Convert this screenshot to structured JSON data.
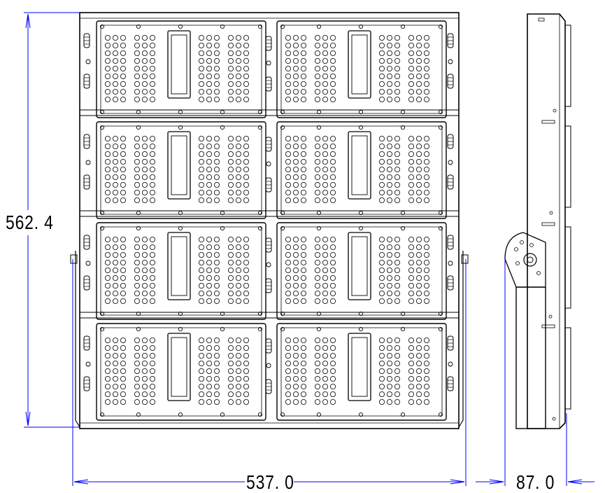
{
  "dimensions": {
    "height_label": "562. 4",
    "width_label": "537. 0",
    "depth_label": "87. 0"
  },
  "colors": {
    "outline": "#000000",
    "dimension_line": "#0000ff",
    "background": "#ffffff"
  },
  "front_view": {
    "module_rows": 4,
    "module_columns": 2
  }
}
